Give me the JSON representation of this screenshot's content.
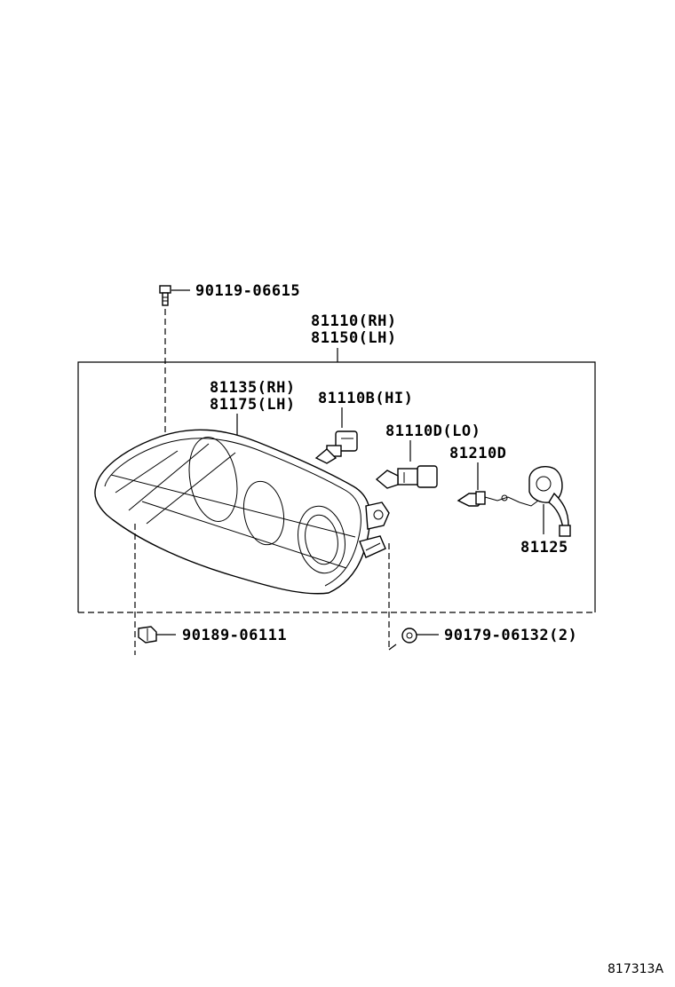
{
  "labels": {
    "bolt": "90119-06615",
    "assembly_rh": "81110(RH)",
    "assembly_lh": "81150(LH)",
    "lens_rh": "81135(RH)",
    "lens_lh": "81175(LH)",
    "bulb_hi": "81110B(HI)",
    "bulb_lo": "81110D(LO)",
    "bulb_side": "81210D",
    "socket": "81125",
    "clip": "90189-06111",
    "nut": "90179-06132(2)"
  },
  "reference": "817313A"
}
